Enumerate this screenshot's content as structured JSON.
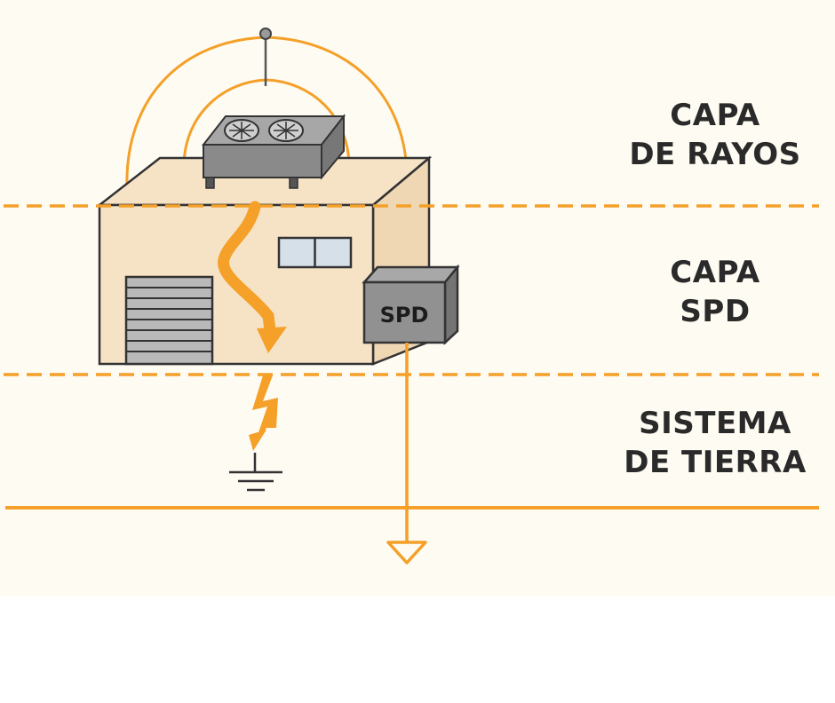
{
  "layers": {
    "lightning": {
      "line1": "CAPA",
      "line2": "DE RAYOS"
    },
    "spd": {
      "line1": "CAPA",
      "line2": "SPD"
    },
    "ground": {
      "line1": "SISTEMA",
      "line2": "DE TIERRA"
    }
  },
  "device": {
    "label": "SPD"
  },
  "colors": {
    "background": "#fefbf2",
    "accent_orange": "#f4a029",
    "building_front": "#f6e3c6",
    "building_side": "#efd7b4",
    "equipment_gray": "#8a8a8a",
    "window_blue": "#d5e0e8",
    "text": "#2a2a2a"
  }
}
